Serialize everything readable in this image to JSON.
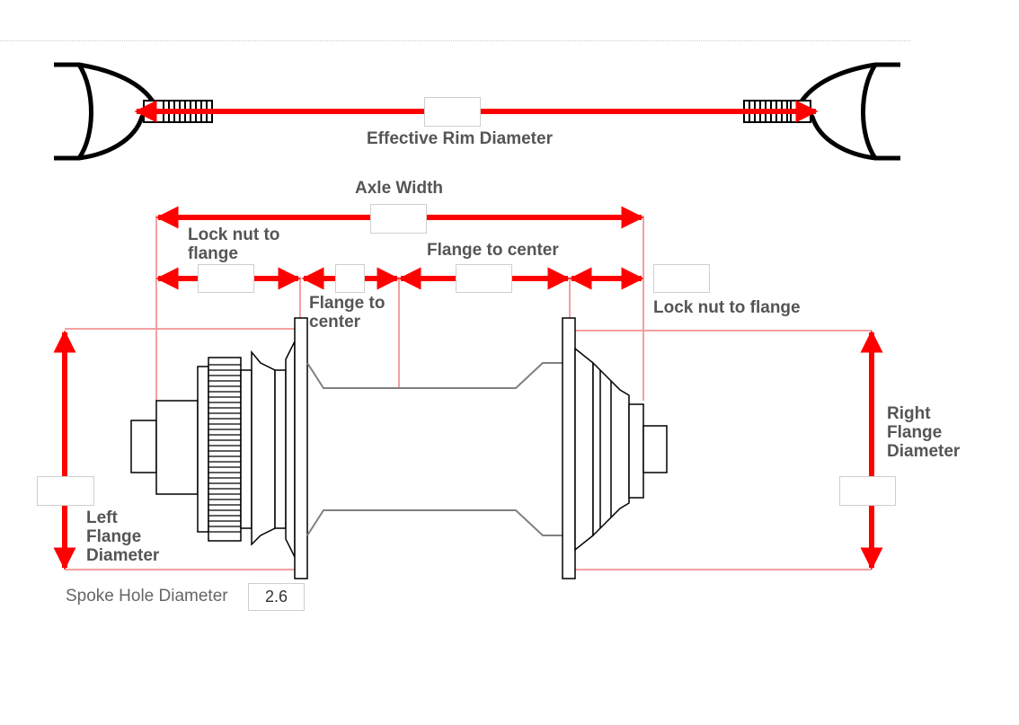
{
  "labels": {
    "effective_rim_diameter": "Effective Rim Diameter",
    "axle_width": "Axle Width",
    "lock_nut_to_flange_left_1": "Lock nut to",
    "lock_nut_to_flange_left_2": "flange",
    "flange_to_center_left_1": "Flange to",
    "flange_to_center_left_2": "center",
    "flange_to_center_right": "Flange to center",
    "lock_nut_to_flange_right": "Lock nut to flange",
    "right_flange_1": "Right",
    "right_flange_2": "Flange",
    "right_flange_3": "Diameter",
    "left_flange_1": "Left",
    "left_flange_2": "Flange",
    "left_flange_3": "Diameter",
    "spoke_hole_diameter": "Spoke Hole Diameter"
  },
  "inputs": {
    "effective_rim_diameter": "",
    "axle_width": "",
    "lock_nut_to_flange_left": "",
    "flange_to_center_left": "",
    "flange_to_center_right": "",
    "lock_nut_to_flange_right": "",
    "left_flange_diameter": "",
    "right_flange_diameter": "",
    "spoke_hole_diameter": "2.6"
  },
  "colors": {
    "arrow": "#ff0000",
    "guide": "#f08080",
    "outline": "#000000",
    "hub_line": "#808080"
  }
}
